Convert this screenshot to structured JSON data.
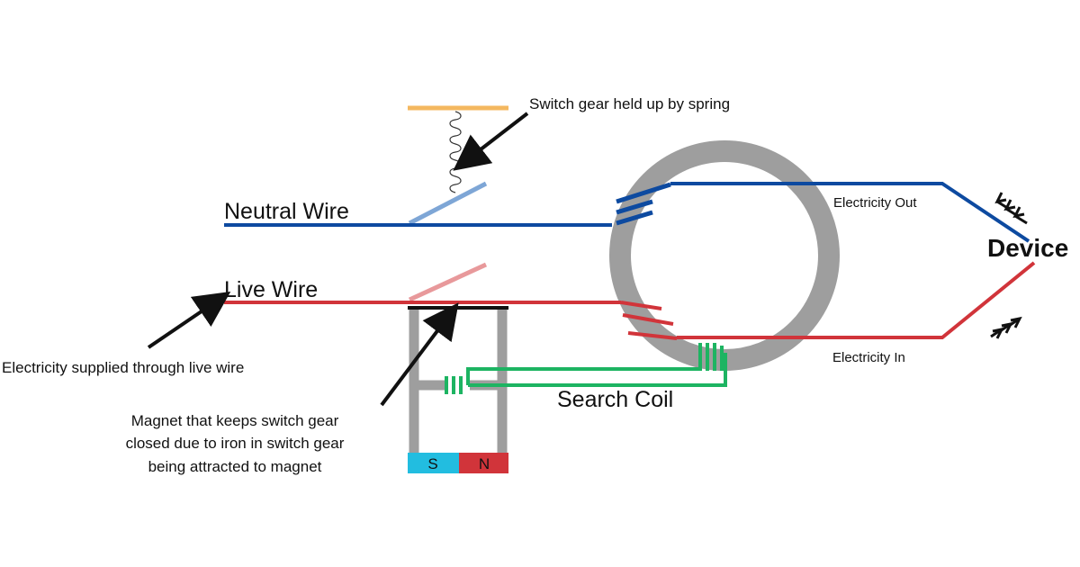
{
  "labels": {
    "neutral_wire": "Neutral Wire",
    "live_wire": "Live Wire",
    "electricity_out": "Electricity Out",
    "electricity_in": "Electricity In",
    "device": "Device",
    "search_coil": "Search Coil",
    "spring_note": "Switch gear held up by spring",
    "live_supply_note": "Electricity supplied through live wire",
    "magnet_note_lines": [
      "Magnet that keeps switch gear",
      "closed due to iron in switch gear",
      "being attracted to magnet"
    ],
    "magnet_s": "S",
    "magnet_n": "N"
  },
  "colors": {
    "neutral": "#0d4aa0",
    "neutral_switch": "#7ea6d6",
    "live": "#d1343a",
    "live_switch": "#e8999b",
    "core": "#9e9e9e",
    "search_coil": "#1db462",
    "spring_bar": "#f4b860",
    "magnet_s": "#22bde0",
    "magnet_n": "#d1343a",
    "ink": "#111111"
  },
  "icons": {
    "spring": "coil-spring-icon",
    "flow_arrows": "double-chevron-arrow-icon"
  }
}
